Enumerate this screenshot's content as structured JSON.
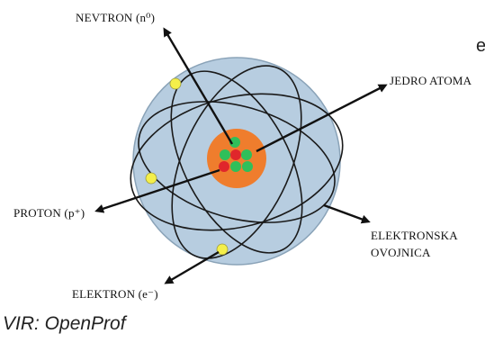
{
  "labels": {
    "neutron": "NEVTRON (n⁰)",
    "nucleus": "JEDRO ATOMA",
    "proton": "PROTON (p⁺)",
    "shell_line1": "ELEKTRONSKA",
    "shell_line2": "OVOJNICA",
    "electron": "ELEKTRON (e⁻)"
  },
  "source": "VIR: OpenProf",
  "cropped_text": "e",
  "colors": {
    "cloud": "#b7cde0",
    "cloud_stroke": "#8aa3b8",
    "nucleus": "#ef7d2d",
    "proton": "#e0262b",
    "neutron": "#2fbf5a",
    "electron": "#f4ef4a",
    "orbit": "#1a1a1a"
  }
}
